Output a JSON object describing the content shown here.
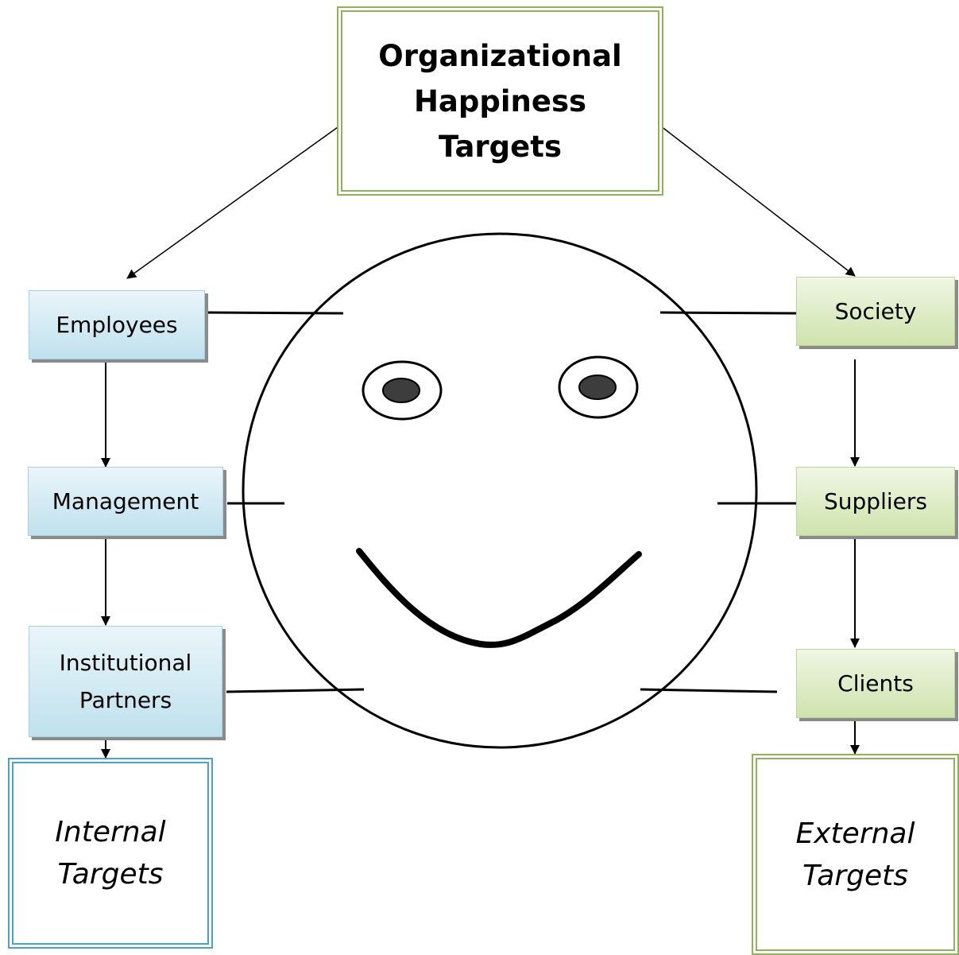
{
  "title": "Organizational Happiness Targets",
  "internal_side": {
    "nodes": [
      {
        "id": "employees",
        "label": "Employees"
      },
      {
        "id": "management",
        "label": "Management"
      },
      {
        "id": "institutional_partners",
        "label": "Institutional Partners"
      }
    ],
    "target_label": "Internal Targets"
  },
  "external_side": {
    "nodes": [
      {
        "id": "society",
        "label": "Society"
      },
      {
        "id": "suppliers",
        "label": "Suppliers"
      },
      {
        "id": "clients",
        "label": "Clients"
      }
    ],
    "target_label": "External Targets"
  },
  "edges": [
    {
      "from": "title",
      "to": "employees",
      "arrow": true
    },
    {
      "from": "title",
      "to": "society",
      "arrow": true
    },
    {
      "from": "employees",
      "to": "management",
      "arrow": true
    },
    {
      "from": "management",
      "to": "institutional_partners",
      "arrow": true
    },
    {
      "from": "institutional_partners",
      "to": "internal_targets",
      "arrow": true
    },
    {
      "from": "society",
      "to": "suppliers",
      "arrow": true
    },
    {
      "from": "suppliers",
      "to": "clients",
      "arrow": true
    },
    {
      "from": "clients",
      "to": "external_targets",
      "arrow": true
    },
    {
      "from": "employees",
      "to": "smiley-face",
      "arrow": false
    },
    {
      "from": "management",
      "to": "smiley-face",
      "arrow": false
    },
    {
      "from": "institutional_partners",
      "to": "smiley-face",
      "arrow": false
    },
    {
      "from": "society",
      "to": "smiley-face",
      "arrow": false
    },
    {
      "from": "suppliers",
      "to": "smiley-face",
      "arrow": false
    },
    {
      "from": "clients",
      "to": "smiley-face",
      "arrow": false
    }
  ],
  "colors": {
    "internal_accent": "#4aa3c6",
    "external_accent": "#8fb25a",
    "blue_fill": "#bfe1ee",
    "green_fill": "#cfe3ad",
    "line": "#000000"
  }
}
